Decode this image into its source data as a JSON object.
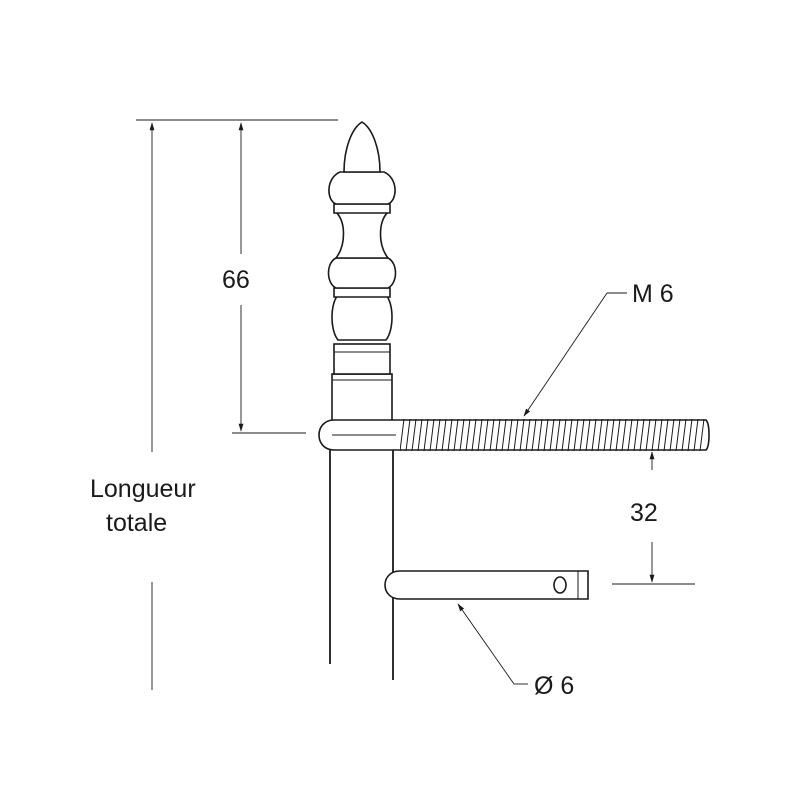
{
  "labels": {
    "dim_66": "66",
    "dim_32": "32",
    "thread": "M 6",
    "pin_diameter": "Ø 6",
    "overall_line1": "Longueur",
    "overall_line2": "totale"
  }
}
